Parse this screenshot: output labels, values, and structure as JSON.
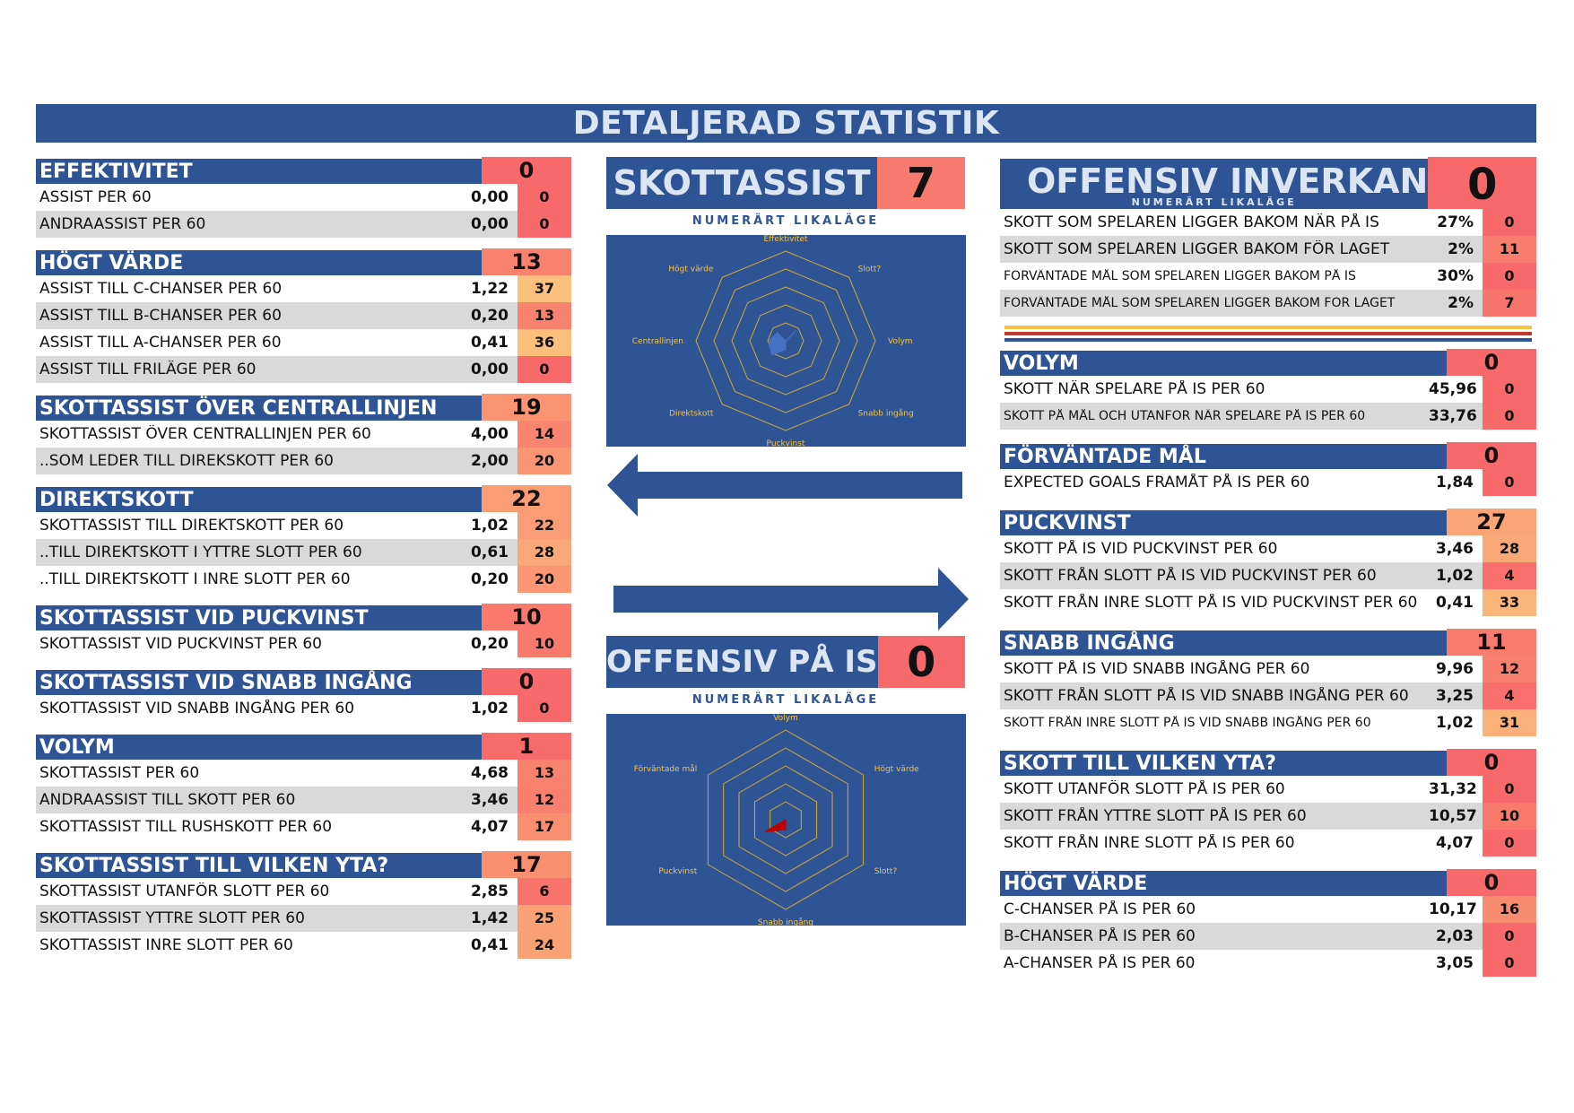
{
  "title": "DETALJERAD STATISTIK",
  "colors": {
    "blue": "#2f5496",
    "red": "#f8696b",
    "orange": "#f8a870",
    "light_orange": "#fbbf7b",
    "yellow": "#f6c343",
    "stripe_red": "#c0392b"
  },
  "left": [
    {
      "title": "EFFEKTIVITET",
      "score": "0",
      "score_color": "#f8696b",
      "rows": [
        {
          "label": "ASSIST PER 60",
          "value": "0,00",
          "score": "0",
          "color": "#f8696b"
        },
        {
          "label": "ANDRAASSIST PER 60",
          "value": "0,00",
          "score": "0",
          "color": "#f8696b"
        }
      ]
    },
    {
      "title": "HÖGT VÄRDE",
      "score": "13",
      "score_color": "#f9826e",
      "rows": [
        {
          "label": "ASSIST TILL C-CHANSER PER 60",
          "value": "1,22",
          "score": "37",
          "color": "#fbc07c"
        },
        {
          "label": "ASSIST TILL B-CHANSER PER 60",
          "value": "0,20",
          "score": "13",
          "color": "#f9826e"
        },
        {
          "label": "ASSIST TILL A-CHANSER PER 60",
          "value": "0,41",
          "score": "36",
          "color": "#fbbe7b"
        },
        {
          "label": "ASSIST TILL FRILÄGE PER 60",
          "value": "0,00",
          "score": "0",
          "color": "#f8696b"
        }
      ]
    },
    {
      "title": "SKOTTASSIST ÖVER CENTRALLINJEN",
      "score": "19",
      "score_color": "#fa9473",
      "rows": [
        {
          "label": "SKOTTASSIST ÖVER CENTRALLINJEN PER 60",
          "value": "4,00",
          "score": "14",
          "color": "#f98570"
        },
        {
          "label": "..SOM LEDER TILL DIREKSKOTT PER 60",
          "value": "2,00",
          "score": "20",
          "color": "#fa9673"
        }
      ]
    },
    {
      "title": "DIREKTSKOTT",
      "score": "22",
      "score_color": "#fa9c75",
      "rows": [
        {
          "label": "SKOTTASSIST TILL DIREKTSKOTT PER 60",
          "value": "1,02",
          "score": "22",
          "color": "#fa9c75"
        },
        {
          "label": "..TILL DIREKTSKOTT I YTTRE SLOTT PER 60",
          "value": "0,61",
          "score": "28",
          "color": "#faa877"
        },
        {
          "label": "..TILL DIREKTSKOTT I INRE SLOTT PER 60",
          "value": "0,20",
          "score": "20",
          "color": "#fa9673"
        }
      ]
    },
    {
      "title": "SKOTTASSIST VID PUCKVINST",
      "score": "10",
      "score_color": "#f97a6d",
      "rows": [
        {
          "label": "SKOTTASSIST VID PUCKVINST PER 60",
          "value": "0,20",
          "score": "10",
          "color": "#f97a6d"
        }
      ]
    },
    {
      "title": "SKOTTASSIST VID SNABB INGÅNG",
      "score": "0",
      "score_color": "#f8696b",
      "rows": [
        {
          "label": "SKOTTASSIST VID SNABB INGÅNG PER 60",
          "value": "1,02",
          "score": "0",
          "color": "#f8696b"
        }
      ]
    },
    {
      "title": "VOLYM",
      "score": "1",
      "score_color": "#f86b6b",
      "rows": [
        {
          "label": "SKOTTASSIST PER 60",
          "value": "4,68",
          "score": "13",
          "color": "#f9826e"
        },
        {
          "label": "ANDRAASSIST TILL SKOTT PER 60",
          "value": "3,46",
          "score": "12",
          "color": "#f97f6e"
        },
        {
          "label": "SKOTTASSIST TILL RUSHSKOTT PER 60",
          "value": "4,07",
          "score": "17",
          "color": "#f98e71"
        }
      ]
    },
    {
      "title": "SKOTTASSIST TILL VILKEN YTA?",
      "score": "17",
      "score_color": "#f98e71",
      "rows": [
        {
          "label": "SKOTTASSIST UTANFÖR SLOTT PER 60",
          "value": "2,85",
          "score": "6",
          "color": "#f8736c"
        },
        {
          "label": "SKOTTASSIST YTTRE SLOTT PER 60",
          "value": "1,42",
          "score": "25",
          "color": "#faa276"
        },
        {
          "label": "SKOTTASSIST INRE SLOTT PER 60",
          "value": "0,41",
          "score": "24",
          "color": "#faa075"
        }
      ]
    }
  ],
  "center_top": {
    "title": "SKOTTASSIST",
    "score": "7",
    "subtitle": "NUMERÄRT LIKALÄGE"
  },
  "center_bottom": {
    "title": "OFFENSIV PÅ IS",
    "score": "0",
    "subtitle": "NUMERÄRT LIKALÄGE"
  },
  "chart_data": [
    {
      "type": "radar",
      "axes": [
        "Effektivitet",
        "Slott?",
        "Volym",
        "Snabb ingång",
        "Puckvinst",
        "Direktskott",
        "Centrallinjen",
        "Högt värde"
      ],
      "values": [
        0,
        17,
        1,
        0,
        10,
        22,
        19,
        13
      ],
      "max": 100,
      "fill": "#4472c4"
    },
    {
      "type": "radar",
      "axes": [
        "Volym",
        "Högt värde",
        "Slott?",
        "Snabb ingång",
        "Puckvinst",
        "Förväntade mål"
      ],
      "values": [
        0,
        0,
        0,
        11,
        27,
        0
      ],
      "max": 100,
      "fill": "#c00000"
    }
  ],
  "right_top": {
    "title": "OFFENSIV INVERKAN",
    "subtitle": "NUMERÄRT LIKALÄGE",
    "score": "0",
    "score_color": "#f8696b",
    "rows": [
      {
        "label": "SKOTT SOM SPELAREN LIGGER BAKOM NÄR PÅ IS",
        "value": "27%",
        "score": "0",
        "color": "#f8696b"
      },
      {
        "label": "SKOTT SOM SPELAREN LIGGER BAKOM FÖR LAGET",
        "value": "2%",
        "score": "11",
        "color": "#f97d6e"
      },
      {
        "label": "FÖRVÄNTADE MÅL SOM SPELAREN LIGGER BAKOM PÅ IS",
        "value": "30%",
        "score": "0",
        "color": "#f8696b",
        "small": true
      },
      {
        "label": "FÖRVÄNTADE MÅL SOM SPELAREN LIGGER BAKOM FÖR LAGET",
        "value": "2%",
        "score": "7",
        "color": "#f8756c",
        "small": true
      }
    ]
  },
  "right": [
    {
      "title": "VOLYM",
      "score": "0",
      "score_color": "#f8696b",
      "rows": [
        {
          "label": "SKOTT NÄR SPELARE PÅ IS PER 60",
          "value": "45,96",
          "score": "0",
          "color": "#f8696b"
        },
        {
          "label": "SKOTT PÅ MÅL OCH UTANFÖR NÄR SPELARE PÅ IS PER 60",
          "value": "33,76",
          "score": "0",
          "color": "#f8696b",
          "small": true
        }
      ]
    },
    {
      "title": "FÖRVÄNTADE MÅL",
      "score": "0",
      "score_color": "#f8696b",
      "rows": [
        {
          "label": "EXPECTED GOALS FRAMÅT PÅ IS PER 60",
          "value": "1,84",
          "score": "0",
          "color": "#f8696b"
        }
      ]
    },
    {
      "title": "PUCKVINST",
      "score": "27",
      "score_color": "#faa577",
      "rows": [
        {
          "label": "SKOTT PÅ IS VID PUCKVINST PER 60",
          "value": "3,46",
          "score": "28",
          "color": "#faa877"
        },
        {
          "label": "SKOTT FRÅN SLOTT PÅ IS VID PUCKVINST PER 60",
          "value": "1,02",
          "score": "4",
          "color": "#f86f6c"
        },
        {
          "label": "SKOTT FRÅN INRE SLOTT PÅ IS VID PUCKVINST PER 60",
          "value": "0,41",
          "score": "33",
          "color": "#fbb57a"
        }
      ]
    },
    {
      "title": "SNABB INGÅNG",
      "score": "11",
      "score_color": "#f97d6e",
      "rows": [
        {
          "label": "SKOTT PÅ IS VID SNABB INGÅNG PER 60",
          "value": "9,96",
          "score": "12",
          "color": "#f97f6e"
        },
        {
          "label": "SKOTT FRÅN SLOTT PÅ IS VID SNABB INGÅNG PER 60",
          "value": "3,25",
          "score": "4",
          "color": "#f86f6c"
        },
        {
          "label": "SKOTT FRÅN INRE SLOTT PÅ IS VID SNABB INGÅNG PER 60",
          "value": "1,02",
          "score": "31",
          "color": "#fbb079",
          "small": true
        }
      ]
    },
    {
      "title": "SKOTT TILL VILKEN YTA?",
      "score": "0",
      "score_color": "#f8696b",
      "rows": [
        {
          "label": "SKOTT UTANFÖR SLOTT PÅ IS PER 60",
          "value": "31,32",
          "score": "0",
          "color": "#f8696b"
        },
        {
          "label": "SKOTT FRÅN YTTRE SLOTT PÅ IS PER 60",
          "value": "10,57",
          "score": "10",
          "color": "#f97a6d"
        },
        {
          "label": "SKOTT FRÅN INRE SLOTT PÅ IS PER 60",
          "value": "4,07",
          "score": "0",
          "color": "#f8696b"
        }
      ]
    },
    {
      "title": "HÖGT VÄRDE",
      "score": "0",
      "score_color": "#f8696b",
      "rows": [
        {
          "label": "C-CHANSER PÅ IS PER 60",
          "value": "10,17",
          "score": "16",
          "color": "#f98b70"
        },
        {
          "label": "B-CHANSER PÅ IS PER 60",
          "value": "2,03",
          "score": "0",
          "color": "#f8696b"
        },
        {
          "label": "A-CHANSER PÅ IS PER 60",
          "value": "3,05",
          "score": "0",
          "color": "#f8696b"
        }
      ]
    }
  ]
}
